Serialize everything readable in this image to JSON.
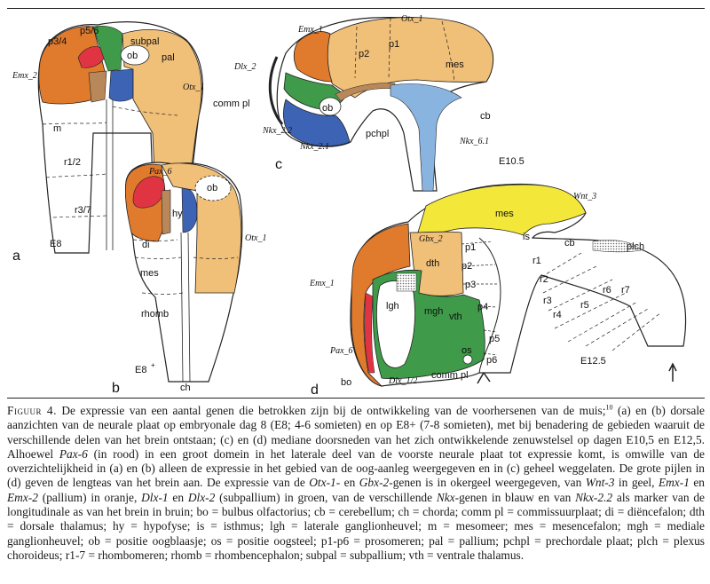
{
  "colors": {
    "orange": "#e07a2c",
    "yellow_orange": "#f0bf78",
    "yellow": "#f3e83a",
    "green": "#3f9a4a",
    "blue": "#3c63b4",
    "light_blue": "#8ab4e0",
    "red": "#e03442",
    "brown": "#b8885a",
    "stipple": "#7a7a7a"
  },
  "panels": {
    "a": {
      "letter": "a",
      "labels": {
        "p56": "p5/6",
        "p34": "p3/4",
        "subpal": "subpal",
        "ob": "ob",
        "pal": "pal",
        "emx2": "Emx_2",
        "otx1": "Otx_1",
        "m": "m",
        "r12": "r1/2",
        "r37": "r3/7",
        "e8": "E8"
      }
    },
    "b": {
      "letter": "b",
      "labels": {
        "pax6": "Pax_6",
        "ob": "ob",
        "hy": "hy",
        "di": "di",
        "otx1": "Otx_1",
        "mes": "mes",
        "rhomb": "rhomb",
        "e8p": "E8",
        "plus": "+",
        "ch": "ch"
      }
    },
    "c": {
      "letter": "c",
      "labels": {
        "emx1": "Emx_1",
        "otx1": "Otx_1",
        "p2": "p2",
        "p1": "p1",
        "mes": "mes",
        "dlx2": "Dlx_2",
        "commpl": "comm pl",
        "ob": "ob",
        "nkx22": "Nkx_2.2",
        "nkx21": "Nkx_2.1",
        "pchpl": "pchpl",
        "cb": "cb",
        "nkx61": "Nkx_6.1",
        "e105": "E10.5"
      }
    },
    "d": {
      "letter": "d",
      "labels": {
        "wnt3": "Wnt_3",
        "mes": "mes",
        "gbx2": "Gbx_2",
        "dth": "dth",
        "p1": "p1",
        "p2": "p2",
        "p3": "p3",
        "p4": "p4",
        "p5": "p5",
        "p6": "p6",
        "is": "is",
        "cb": "cb",
        "plch": "plch",
        "r1": "r1",
        "r2": "r2",
        "r3": "r3",
        "r4": "r4",
        "r5": "r5",
        "r6": "r6",
        "r7": "r7",
        "emx1": "Emx_1",
        "lgh": "lgh",
        "mgh": "mgh",
        "vth": "vth",
        "os": "os",
        "pax6": "Pax_6",
        "bo": "bo",
        "dlx12": "Dlx_1/2",
        "commpl": "comm pl",
        "e125": "E12.5"
      }
    }
  },
  "caption": {
    "label": "Figuur 4.",
    "segments": [
      {
        "t": " De expressie van een aantal genen die betrokken zijn bij de ontwikkeling van de voorhersenen van de muis;"
      },
      {
        "t": "10",
        "sup": true
      },
      {
        "t": " (a) en (b) dorsale aanzichten van de neurale plaat op embryonale dag 8 (E8; 4-6 somieten) en op E8+ (7-8 somieten), met bij benadering de gebieden waaruit de verschillende delen van het brein ontstaan; (c) en (d) mediane doorsneden van het zich ontwikkelende zenuwstelsel op dagen E10,5 en E12,5. Alhoewel "
      },
      {
        "t": "Pax-6",
        "i": true
      },
      {
        "t": " (in rood) in een groot domein in het laterale deel van de voorste neurale plaat tot expressie komt, is omwille van de overzichtelijkheid in (a) en (b) alleen de expressie in het gebied van de oog-aanleg weergegeven en in (c) geheel weggelaten. De grote pijlen in (d) geven de lengteas van het brein aan. De expressie van de "
      },
      {
        "t": "Otx-1-",
        "i": true
      },
      {
        "t": " en "
      },
      {
        "t": "Gbx-2",
        "i": true
      },
      {
        "t": "-genen is in okergeel weergegeven, van "
      },
      {
        "t": "Wnt-3",
        "i": true
      },
      {
        "t": " in geel, "
      },
      {
        "t": "Emx-1",
        "i": true
      },
      {
        "t": " en "
      },
      {
        "t": "Emx-2",
        "i": true
      },
      {
        "t": " (pallium) in oranje, "
      },
      {
        "t": "Dlx-1",
        "i": true
      },
      {
        "t": " en "
      },
      {
        "t": "Dlx-2",
        "i": true
      },
      {
        "t": " (subpallium) in groen, van de verschillende "
      },
      {
        "t": "Nkx",
        "i": true
      },
      {
        "t": "-genen in blauw en van "
      },
      {
        "t": "Nkx-2.2",
        "i": true
      },
      {
        "t": " als marker van de longitudinale as van het brein in bruin; bo = bulbus olfactorius; cb = cerebellum; ch = chorda; comm pl = commissuurplaat; di = diëncefalon; dth = dorsale thalamus; hy = hypofyse; is = isthmus; lgh = laterale ganglionheuvel; m = mesomeer; mes = mesencefalon; mgh = mediale ganglionheuvel; ob = positie oogblaasje; os = positie oogsteel; p1-p6 = prosomeren; pal = pallium; pchpl = prechordale plaat; plch = plexus choroideus; r1-7 = rhombomeren; rhomb = rhombencephalon; subpal = subpallium; vth = ventrale thalamus."
      }
    ]
  }
}
